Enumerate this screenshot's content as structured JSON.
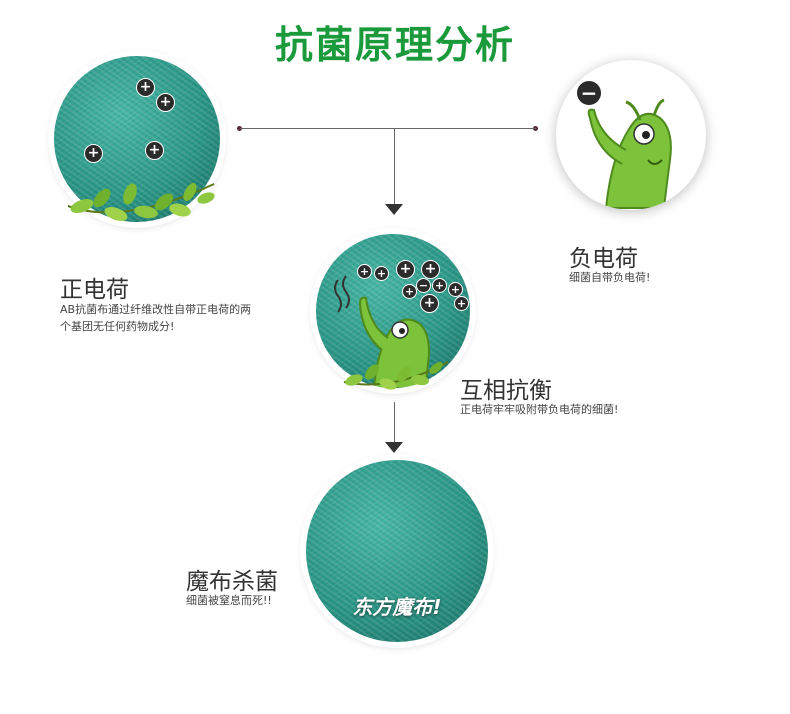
{
  "title": "抗菌原理分析",
  "positive": {
    "heading": "正电荷",
    "desc": "AB抗菌布通过纤维改性自带正电荷的两个基团无任何药物成分!"
  },
  "negative": {
    "heading": "负电荷",
    "desc": "细菌自带负电荷!"
  },
  "balance": {
    "heading": "互相抗衡",
    "desc": "正电荷牢牢吸附带负电荷的细菌!"
  },
  "kill": {
    "heading": "魔布杀菌",
    "desc": "细菌被窒息而死!!"
  },
  "brand": "东方魔布!",
  "signs": {
    "plus": "+",
    "minus": "−"
  }
}
